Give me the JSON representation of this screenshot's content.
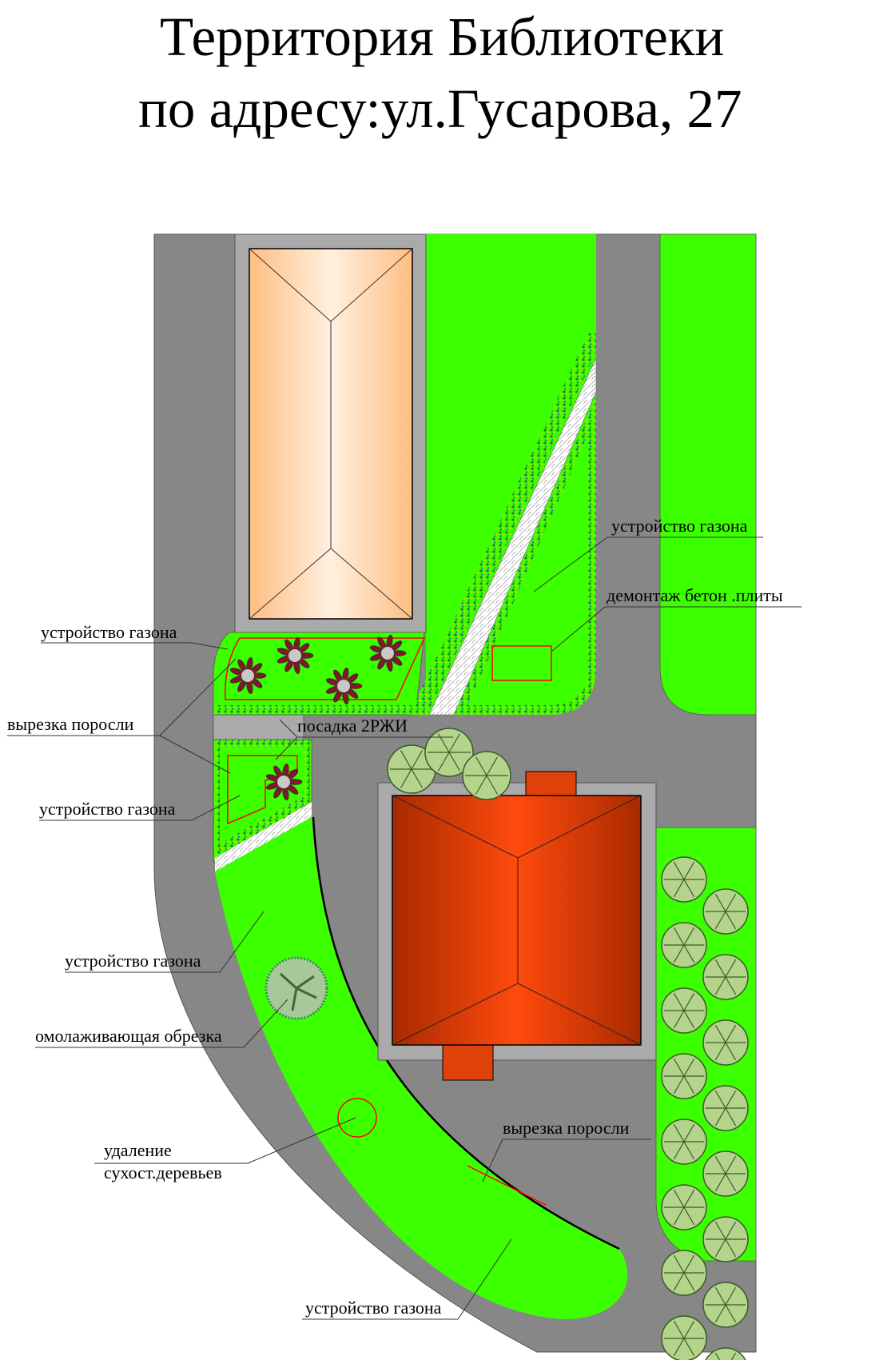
{
  "title": {
    "line1": "Территория Библиотеки",
    "line2": "по адресу:ул.Гусарова, 27"
  },
  "labels": {
    "lawn_top_left": "устройство газона",
    "lawn_top_right": "устройство газона",
    "demolish_slab": "демонтаж бетон .плиты",
    "cut_growth_left": "вырезка поросли",
    "planting": "посадка 2РЖИ",
    "lawn_mid_left": "устройство газона",
    "lawn_curve": "устройство газона",
    "rejuvenating_pruning": "омолаживающая обрезка",
    "removal_line1": "удаление",
    "removal_line2": "сухост.деревьев",
    "cut_growth_right": "вырезка поросли",
    "lawn_bottom": "устройство газона"
  },
  "colors": {
    "road": "#878787",
    "sidewalk": "#aaaaaa",
    "lawn": "#3cff00",
    "marker": "#ff0000",
    "roof_red": "#ff4a0d",
    "roof_peach": "#ffc896"
  }
}
